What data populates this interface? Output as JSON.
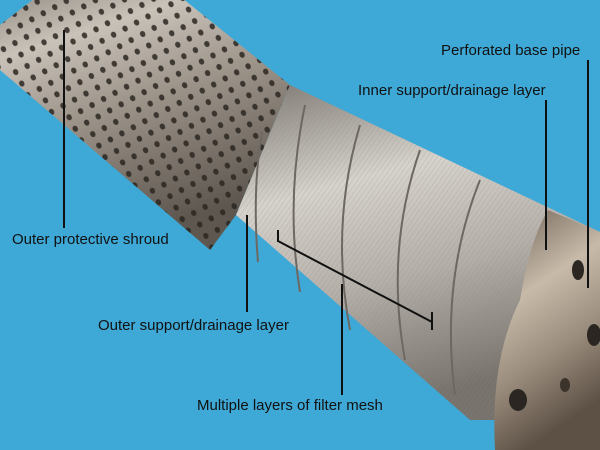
{
  "labels": {
    "perforated_base_pipe": "Perforated base pipe",
    "inner_support_layer": "Inner support/drainage layer",
    "outer_protective_shroud": "Outer protective shroud",
    "outer_support_layer": "Outer support/drainage layer",
    "filter_mesh_layers": "Multiple layers of filter mesh"
  },
  "colors": {
    "background": "#3ea9d6",
    "shroud_metal": "#8a8178",
    "filter_layer": "#b9b4ad",
    "base_pipe": "#9a8c7c",
    "callout_line": "#111111"
  }
}
